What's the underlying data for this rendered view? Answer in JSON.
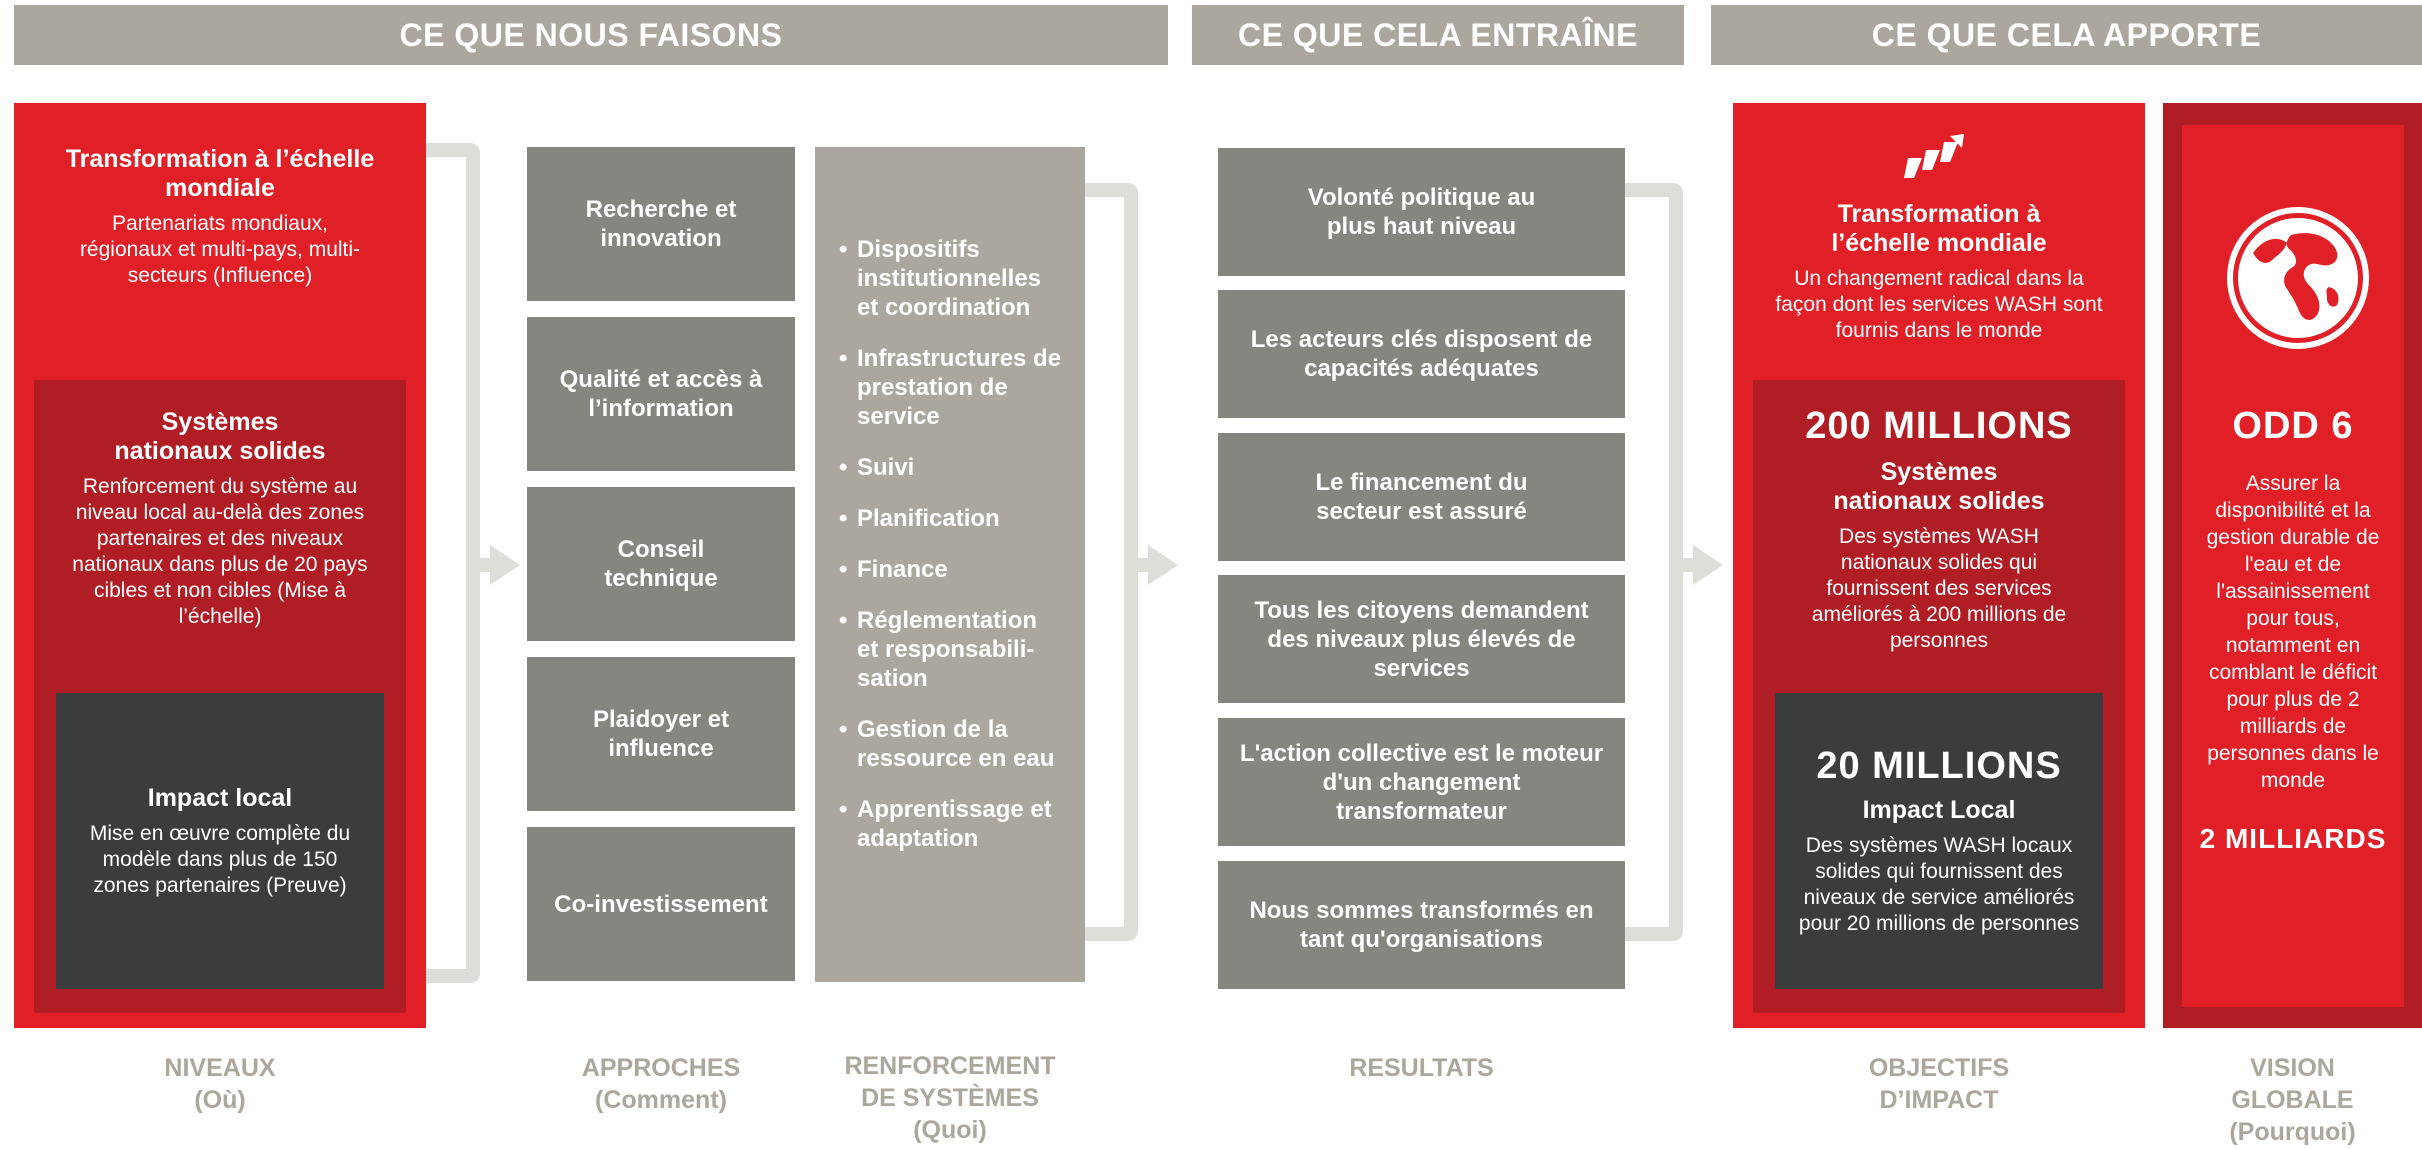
{
  "headers": {
    "what_we_do": "CE QUE NOUS FAISONS",
    "what_it_entails": "CE QUE CELA ENTRAÎNE",
    "what_it_brings": "CE QUE CELA APPORTE"
  },
  "levels": {
    "global": {
      "title": "Transformation à l’échelle mondiale",
      "text": "Partenariats mondiaux, régionaux et multi-pays, multi-secteurs (Influence)"
    },
    "national": {
      "title": "Systèmes nationaux solides",
      "text": "Renforcement du système au niveau local au-delà des zones partenaires et des niveaux nationaux dans plus de 20 pays cibles et non cibles (Mise à l’échelle)"
    },
    "local": {
      "title": "Impact local",
      "text": "Mise en œuvre complète du modèle dans plus de 150 zones partenaires (Preuve)"
    }
  },
  "approaches": [
    "Recherche et innovation",
    "Qualité et accès à l’information",
    "Conseil technique",
    "Plaidoyer et influence",
    "Co-investissement"
  ],
  "systems": [
    "Dispositifs institutionnelles et coordination",
    "Infrastructures de prestation de service",
    "Suivi",
    "Planification",
    "Finance",
    "Réglementation et responsabili-sation",
    "Gestion de la ressource en eau",
    "Apprentissage et adaptation"
  ],
  "results": [
    "Volonté politique au plus haut niveau",
    "Les acteurs clés disposent de capacités adéquates",
    "Le financement du secteur est assuré",
    "Tous les citoyens demandent des niveaux plus élevés de services",
    "L'action collective est le moteur d'un changement transformateur",
    "Nous sommes transformés en tant qu'organisations"
  ],
  "impact": {
    "global": {
      "title": "Transformation à l’échelle mondiale",
      "text": "Un changement radical dans la façon dont les services WASH sont fournis dans le monde"
    },
    "national": {
      "figure": "200 MILLIONS",
      "title": "Systèmes nationaux solides",
      "text": "Des systèmes WASH nationaux solides qui fournissent des services améliorés à 200 millions de personnes"
    },
    "local": {
      "figure": "20 MILLIONS",
      "title": "Impact Local",
      "text": "Des systèmes WASH locaux solides qui fournissent des niveaux de service améliorés pour 20 millions de personnes"
    }
  },
  "vision": {
    "title": "ODD 6",
    "text": "Assurer la disponibilité et la gestion durable de l'eau et de l'assainissement pour tous, notamment en comblant le déficit pour plus de 2 milliards de personnes dans le monde",
    "figure": "2 MILLIARDS"
  },
  "footers": {
    "levels": [
      "NIVEAUX",
      "(Où)"
    ],
    "approaches": [
      "APPROCHES",
      "(Comment)"
    ],
    "systems": [
      "RENFORCEMENT",
      "DE SYSTÈMES",
      "(Quoi)"
    ],
    "results": [
      "RESULTATS"
    ],
    "impact": [
      "OBJECTIFS",
      "D’IMPACT"
    ],
    "vision": [
      "VISION",
      "GLOBALE",
      "(Pourquoi)"
    ]
  },
  "colors": {
    "red": "#e01f26",
    "dark_red": "#b01d24",
    "charcoal": "#3b3c3e",
    "gray_box": "#878580",
    "taupe": "#aca79e",
    "light_gray": "#deddda"
  },
  "icons": [
    "arrows-icon",
    "globe-icon"
  ]
}
